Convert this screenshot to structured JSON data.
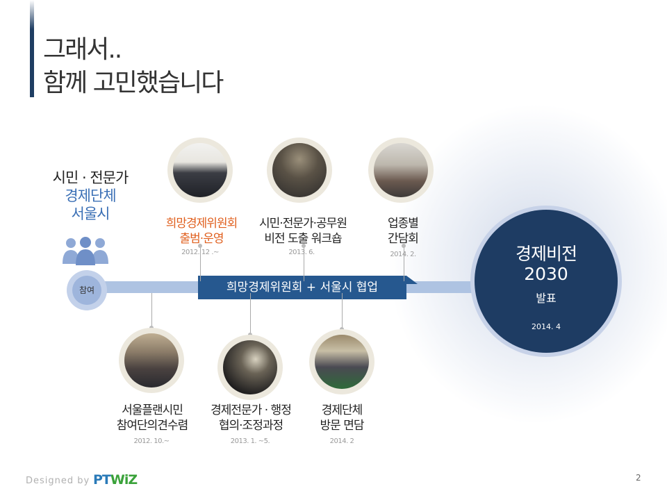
{
  "title": {
    "line1": "그래서..",
    "line2": "함께 고민했습니다"
  },
  "stakeholders": {
    "line1": "시민 · 전문가",
    "line2": "경제단체",
    "line3": "서울시"
  },
  "participate_label": "참여",
  "banner": "희망경제위원회 + 서울시 협업",
  "top_events": [
    {
      "line1": "희망경제위원회",
      "line2": "출범·운영",
      "date": "2012. 12 .~",
      "color": "#e0601f"
    },
    {
      "line1": "시민·전문가·공무원",
      "line2": "비전 도출 워크숍",
      "date": "2013. 6.",
      "color": "#222222"
    },
    {
      "line1": "업종별",
      "line2": "간담회",
      "date": "2014. 2.",
      "color": "#222222"
    }
  ],
  "bottom_events": [
    {
      "line1": "서울플랜시민",
      "line2": "참여단의견수렴",
      "date": "2012. 10.~"
    },
    {
      "line1": "경제전문가 · 행정",
      "line2": "협의·조정과정",
      "date": "2013. 1. ~5."
    },
    {
      "line1": "경제단체",
      "line2": "방문 면담",
      "date": "2014. 2"
    }
  ],
  "vision": {
    "line1": "경제비전",
    "line2": "2030",
    "line3": "발표",
    "date": "2014. 4"
  },
  "footer": {
    "designed_by": "Designed by",
    "logo_pt": "PT",
    "logo_wiz": "WiZ",
    "page": "2"
  },
  "colors": {
    "accent": "#1e3c63",
    "banner": "#26588f",
    "stakeholder_blue": "#3a6fb5",
    "orange": "#e0601f",
    "logo_green": "#3aa23a"
  }
}
